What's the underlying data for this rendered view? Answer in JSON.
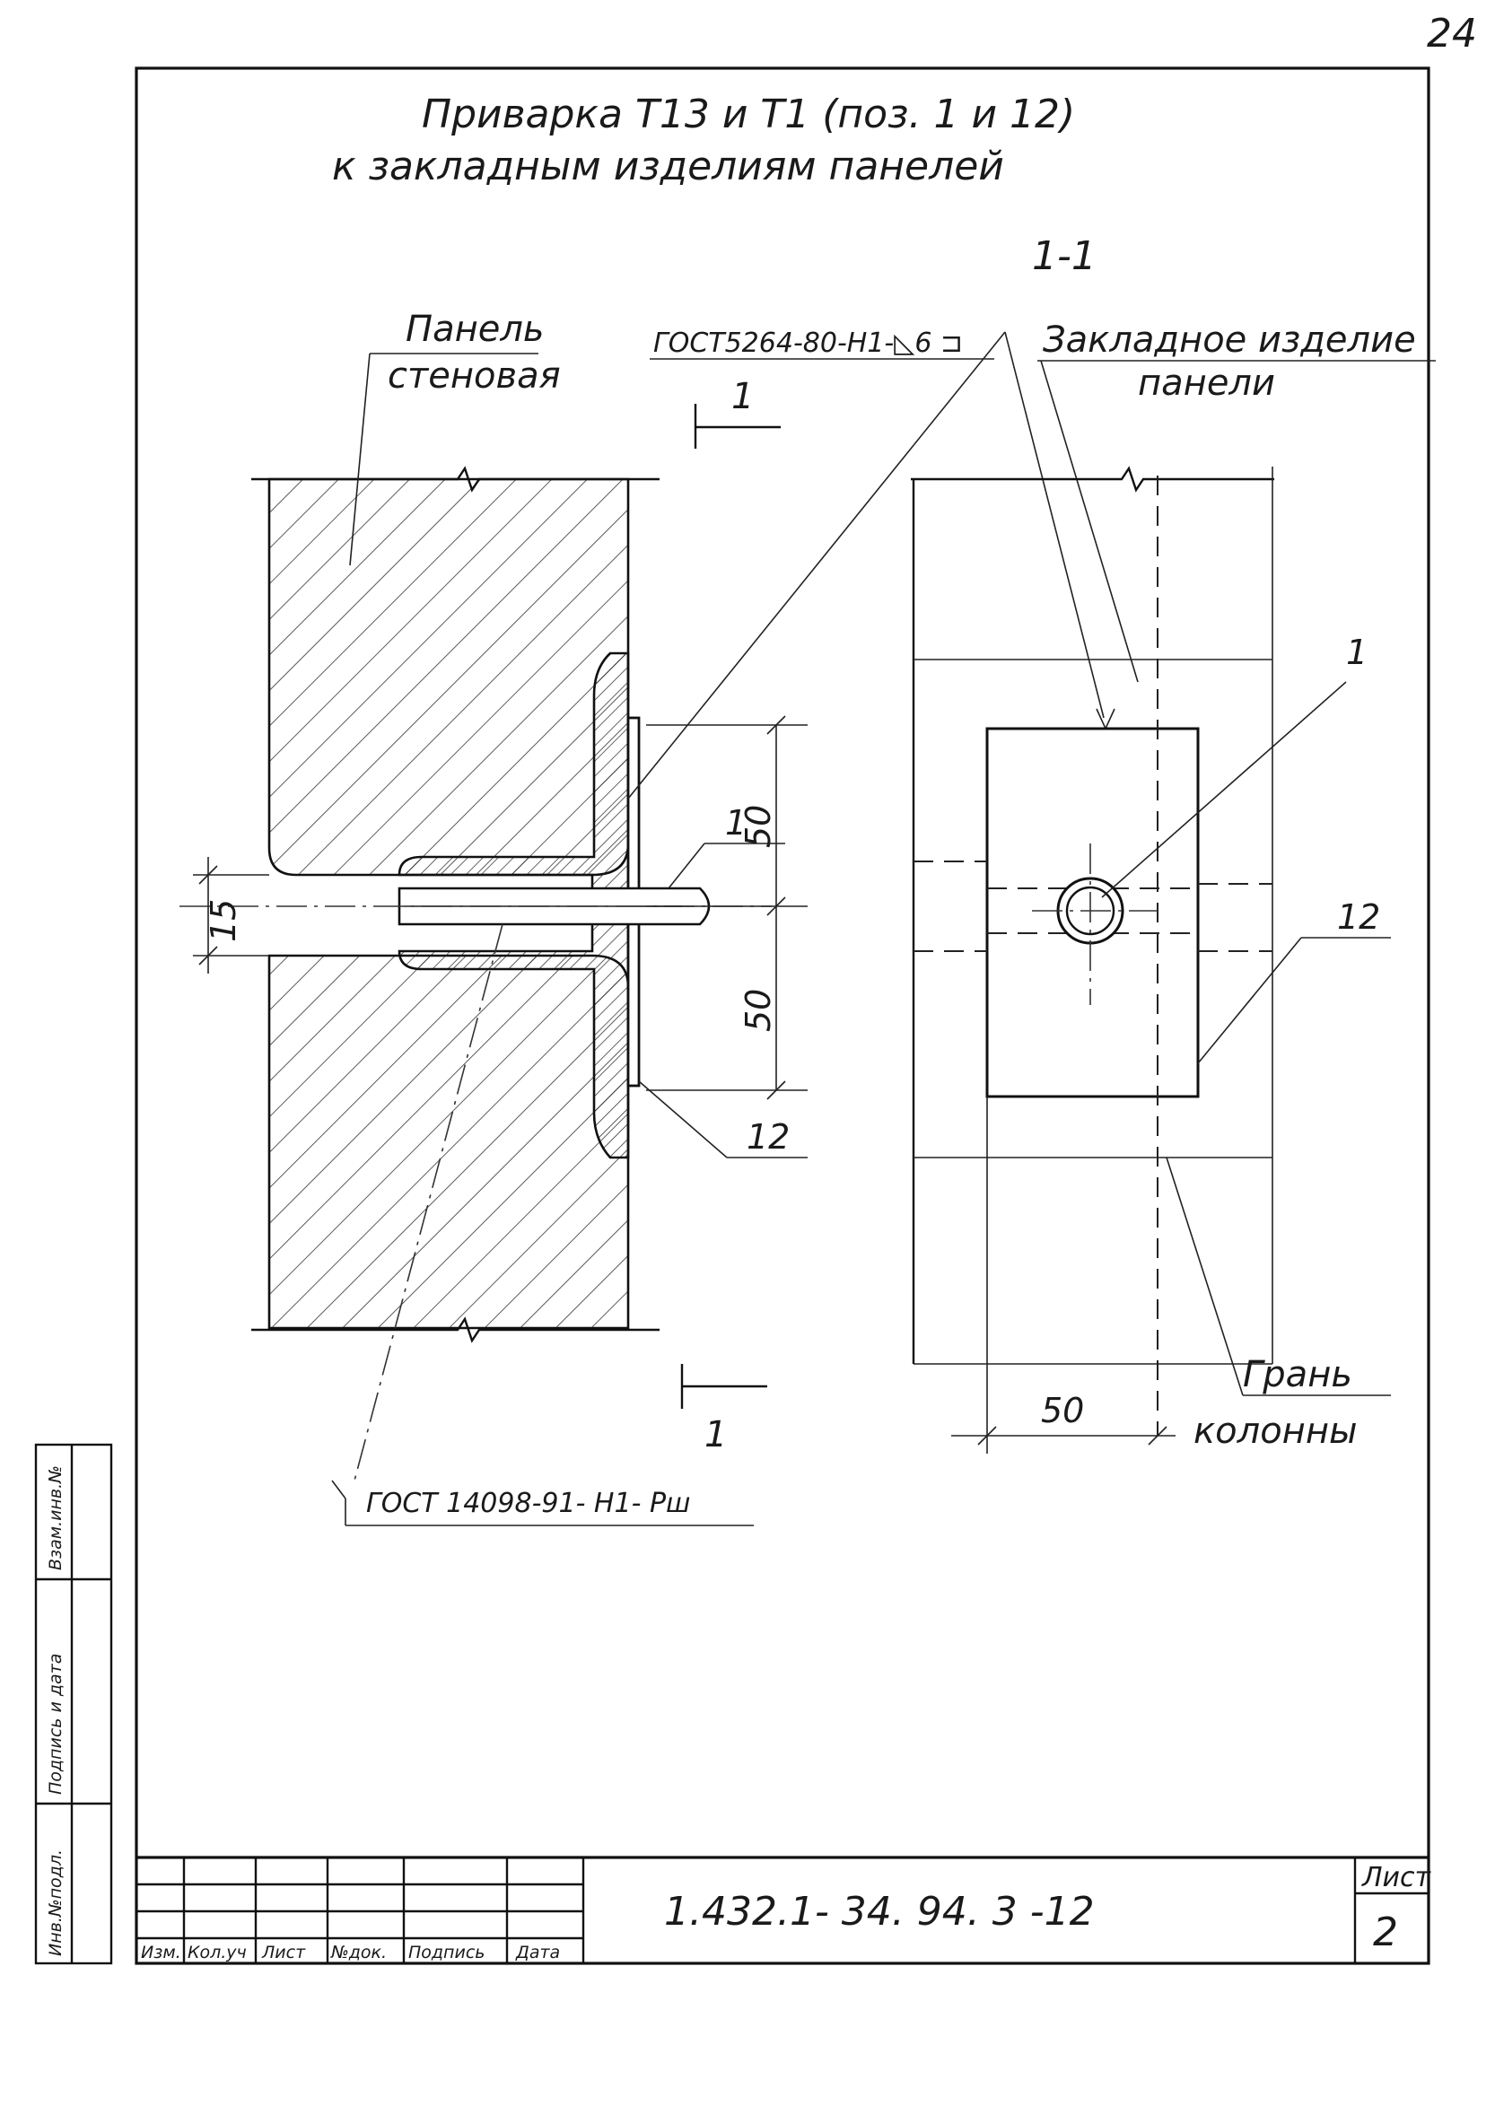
{
  "page_number": "24",
  "title": {
    "line1": "Приварка Т13 и Т1  (поз. 1 и 12)",
    "line2": "к закладным изделиям панелей"
  },
  "section_label": "1-1",
  "section_marks": {
    "top": "1",
    "bottom": "1"
  },
  "labels": {
    "panel_line1": "Панель",
    "panel_line2": "стеновая",
    "embed_line1": "Закладное изделие",
    "embed_line2": "панели",
    "column_line1": "Грань",
    "column_line2": "колонны"
  },
  "weld_notes": {
    "top": "ГОСТ5264-80-Н1-◺6 ⊐",
    "bottom": "ГОСТ 14098-91- Н1- Рш"
  },
  "callouts": {
    "left_pos1": "1",
    "left_pos12": "12",
    "right_pos1": "1",
    "right_pos12": "12"
  },
  "dimensions": {
    "gap": "15",
    "upper": "50",
    "lower": "50",
    "plate_width": "50"
  },
  "side_stamp": {
    "field1": "Инв.№подл.",
    "field2": "Подпись и дата",
    "field3": "Взам.инв.№"
  },
  "title_block": {
    "designation": "1.432.1- 34. 94. 3 -12",
    "sheet_label": "Лист",
    "sheet_number": "2",
    "columns": [
      "Изм.",
      "Кол.уч",
      "Лист",
      "№док.",
      "Подпись",
      "Дата"
    ]
  },
  "colors": {
    "ink": "#111111",
    "paper": "#ffffff"
  }
}
